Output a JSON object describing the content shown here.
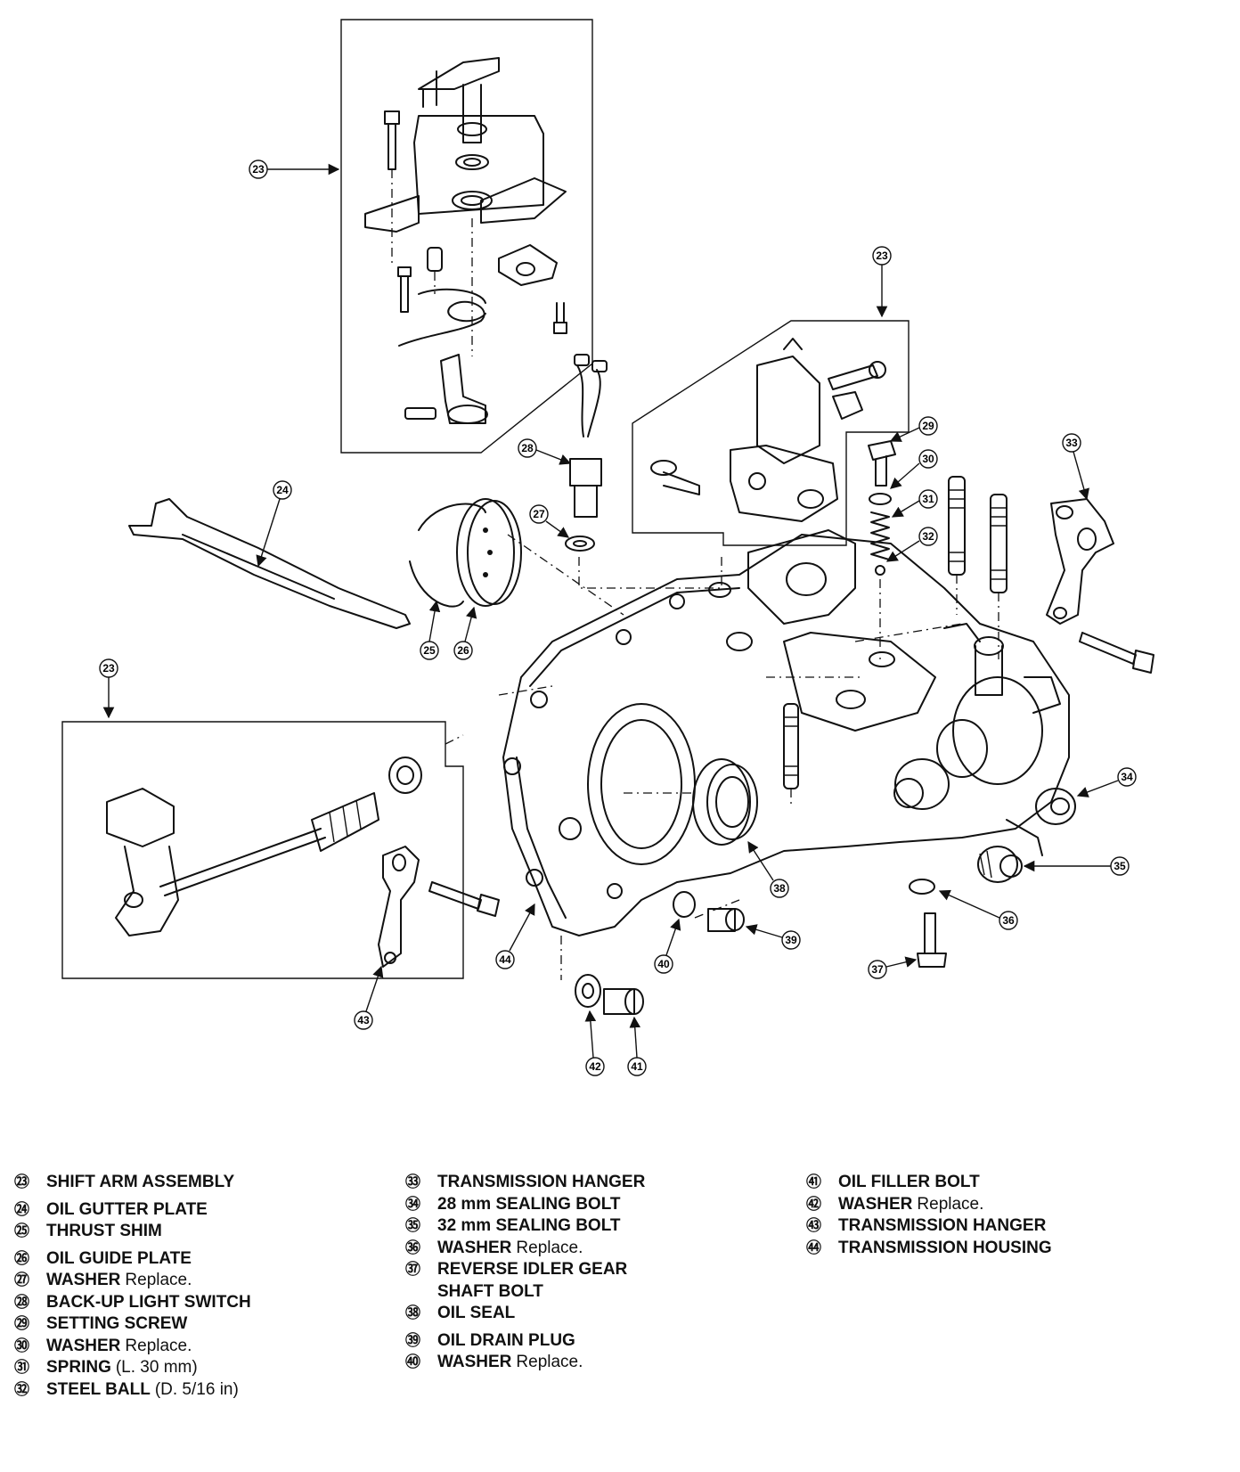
{
  "callouts": {
    "c23": "23",
    "c24": "24",
    "c25": "25",
    "c26": "26",
    "c27": "27",
    "c28": "28",
    "c29": "29",
    "c30": "30",
    "c31": "31",
    "c32": "32",
    "c33": "33",
    "c34": "34",
    "c35": "35",
    "c36": "36",
    "c37": "37",
    "c38": "38",
    "c39": "39",
    "c40": "40",
    "c41": "41",
    "c42": "42",
    "c43": "43",
    "c44": "44"
  },
  "legend": {
    "col1": [
      {
        "num": "㉓",
        "name": "SHIFT ARM ASSEMBLY",
        "note": ""
      },
      {
        "num": "㉔",
        "name": "OIL GUTTER PLATE",
        "note": ""
      },
      {
        "num": "㉕",
        "name": "THRUST SHIM",
        "note": ""
      },
      {
        "num": "㉖",
        "name": "OIL GUIDE PLATE",
        "note": ""
      },
      {
        "num": "㉗",
        "name": "WASHER",
        "note": "Replace."
      },
      {
        "num": "㉘",
        "name": "BACK-UP LIGHT SWITCH",
        "note": ""
      },
      {
        "num": "㉙",
        "name": "SETTING SCREW",
        "note": ""
      },
      {
        "num": "㉚",
        "name": "WASHER",
        "note": "Replace."
      },
      {
        "num": "㉛",
        "name": "SPRING",
        "note": "(L. 30 mm)"
      },
      {
        "num": "㉜",
        "name": "STEEL BALL",
        "note": "(D. 5/16 in)"
      }
    ],
    "col2": [
      {
        "num": "㉝",
        "name": "TRANSMISSION HANGER",
        "note": ""
      },
      {
        "num": "㉞",
        "name": "28 mm SEALING BOLT",
        "note": ""
      },
      {
        "num": "㉟",
        "name": "32 mm SEALING BOLT",
        "note": ""
      },
      {
        "num": "㊱",
        "name": "WASHER",
        "note": "Replace."
      },
      {
        "num": "㊲",
        "name": "REVERSE IDLER GEAR",
        "note": ""
      },
      {
        "cont": "SHAFT BOLT"
      },
      {
        "num": "㊳",
        "name": "OIL SEAL",
        "note": ""
      },
      {
        "num": "㊴",
        "name": "OIL DRAIN PLUG",
        "note": ""
      },
      {
        "num": "㊵",
        "name": "WASHER",
        "note": "Replace."
      }
    ],
    "col3": [
      {
        "num": "㊶",
        "name": "OIL FILLER BOLT",
        "note": ""
      },
      {
        "num": "㊷",
        "name": "WASHER",
        "note": "Replace."
      },
      {
        "num": "㊸",
        "name": "TRANSMISSION HANGER",
        "note": ""
      },
      {
        "num": "㊹",
        "name": "TRANSMISSION HOUSING",
        "note": ""
      }
    ]
  }
}
